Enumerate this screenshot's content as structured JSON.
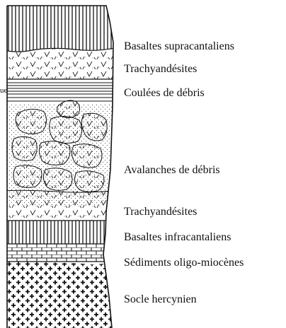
{
  "column": {
    "layers": [
      {
        "name": "Basaltes supracantaliens",
        "pattern": "vertical-lines"
      },
      {
        "name": "Trachyandésites",
        "pattern": "v-marks"
      },
      {
        "name": "Coulées de débris",
        "pattern": "horizontal-lines"
      },
      {
        "name": "Avalanches de débris",
        "pattern": "breccia-blocks"
      },
      {
        "name": "Trachyandésites",
        "pattern": "v-marks"
      },
      {
        "name": "Basaltes infracantaliens",
        "pattern": "vertical-lines"
      },
      {
        "name": "Sédiments oligo-miocènes",
        "pattern": "brick"
      },
      {
        "name": "Socle hercynien",
        "pattern": "crosses"
      }
    ],
    "left_cut_text": "ue"
  },
  "colors": {
    "ink": "#111111",
    "background": "#ffffff",
    "stipple": "#555555"
  }
}
